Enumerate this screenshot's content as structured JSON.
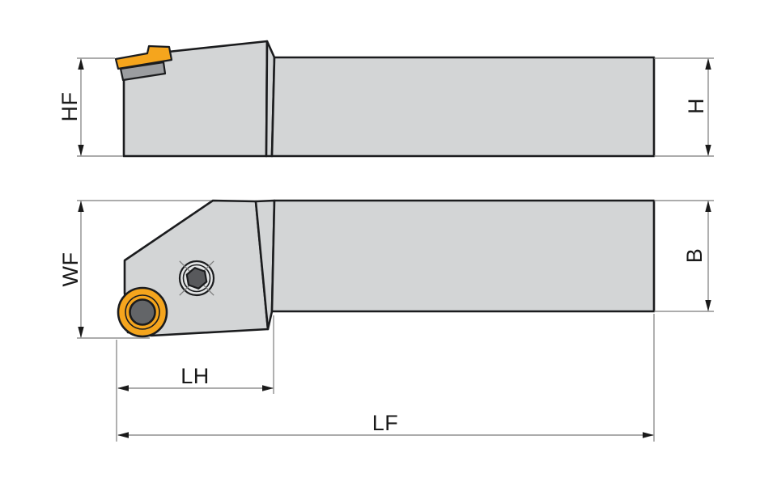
{
  "drawing_title": "Lathe tool holder dimensional drawing (round insert)",
  "labels": {
    "hf": "HF",
    "h": "H",
    "wf": "WF",
    "b": "B",
    "lh": "LH",
    "lf": "LF"
  },
  "colors": {
    "background": "#ffffff",
    "body_gray": "#d3d5d6",
    "outline": "#1b1c1e",
    "insert_orange": "#f5a51d",
    "shim_gray": "#9b9da0",
    "insert_center_gray": "#636568",
    "screw_ring_light": "#e3e5e6",
    "screw_ring_mid": "#d0d2d4",
    "screw_hex_dark": "#58595c",
    "dim_line_gray": "#7b7b7b",
    "arrow_black": "#1a1a1a",
    "label_text": "#1a1a1a"
  }
}
